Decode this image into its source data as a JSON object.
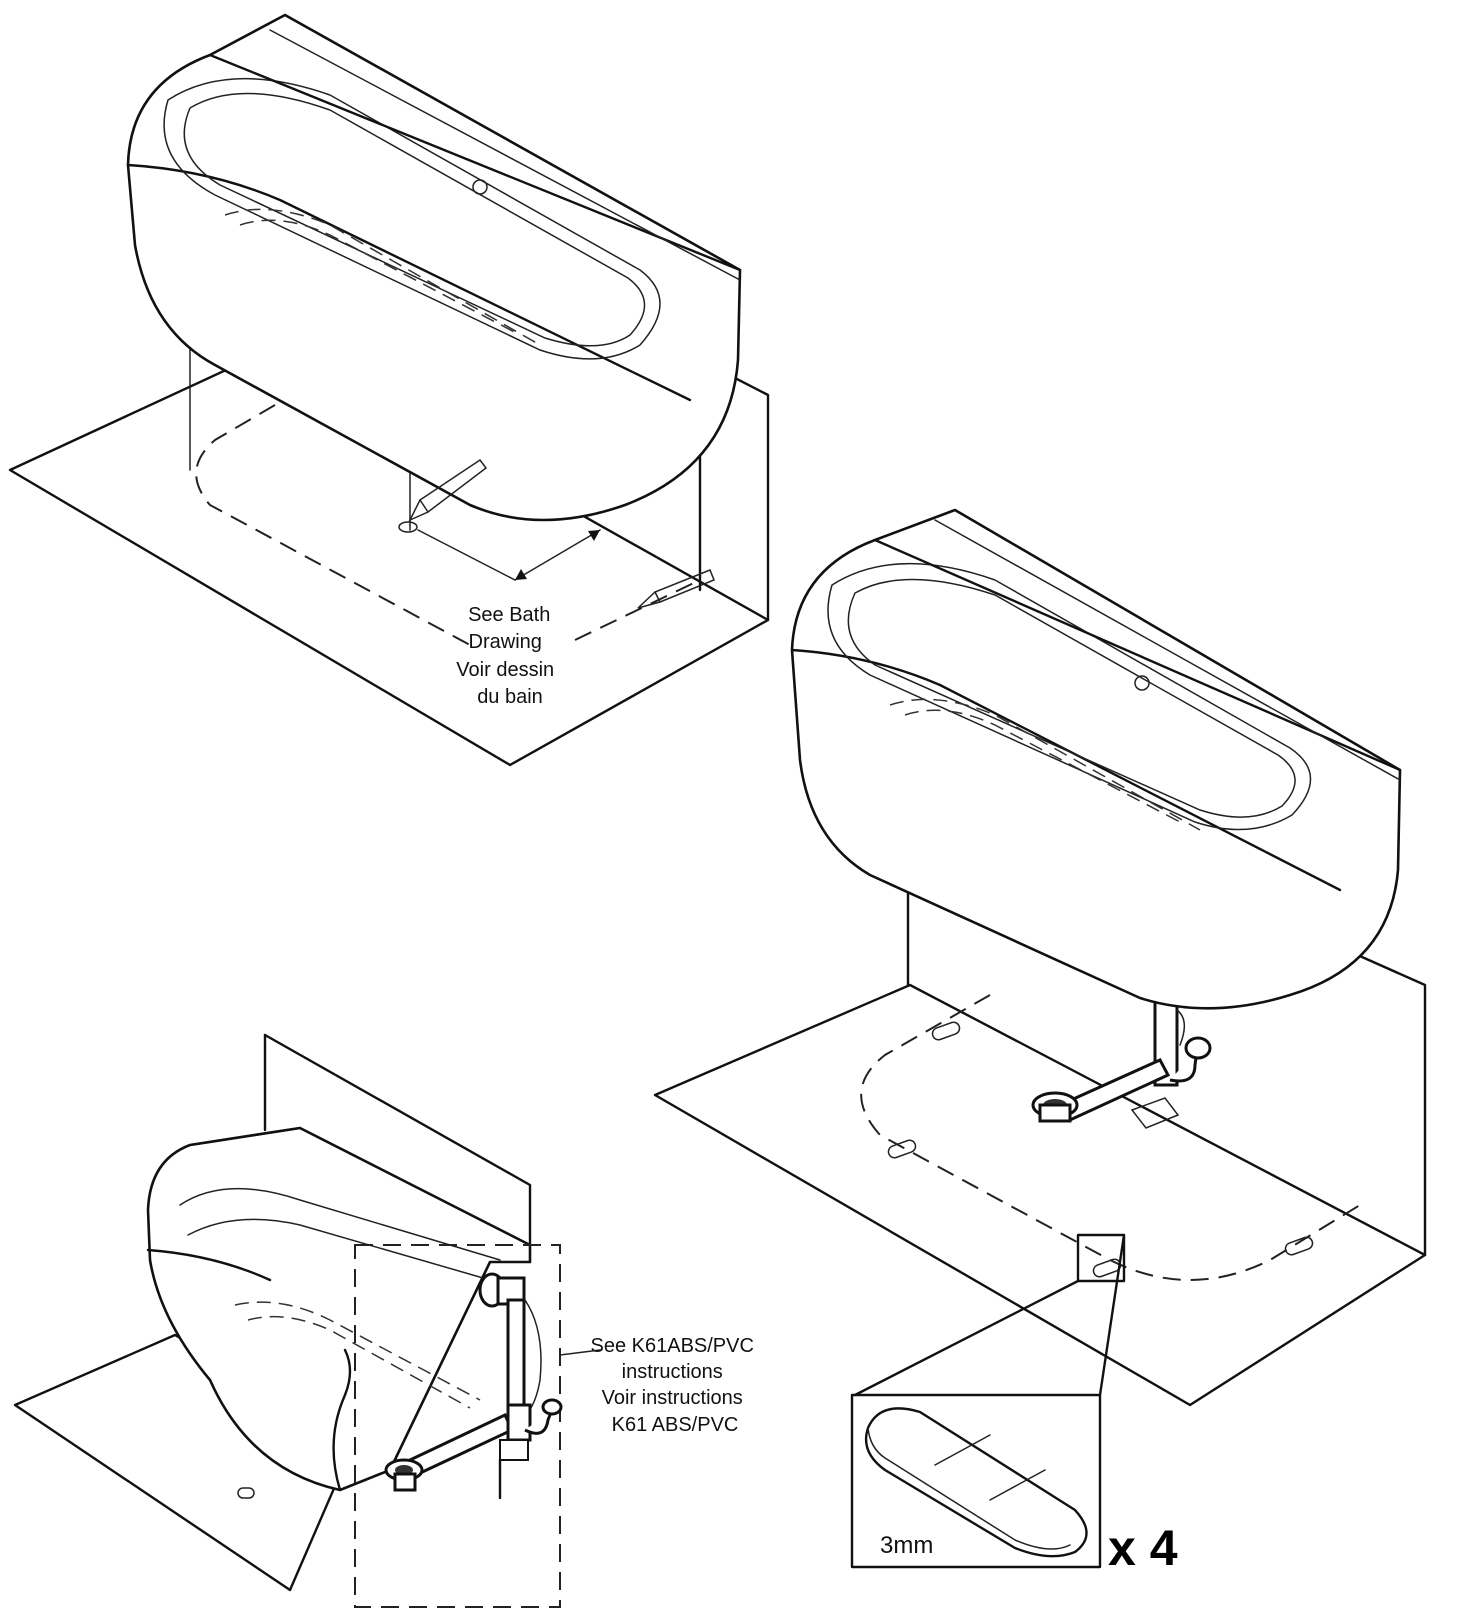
{
  "labels": {
    "see_bath": [
      "See Bath",
      "Drawing",
      "Voir dessin",
      "du bain"
    ],
    "see_k61": [
      "See K61ABS/PVC",
      "instructions",
      "Voir instructions",
      "K61 ABS/PVC"
    ],
    "pad_thickness": "3mm",
    "quantity": "x 4"
  },
  "colors": {
    "line": "#111111",
    "background": "#ffffff"
  }
}
